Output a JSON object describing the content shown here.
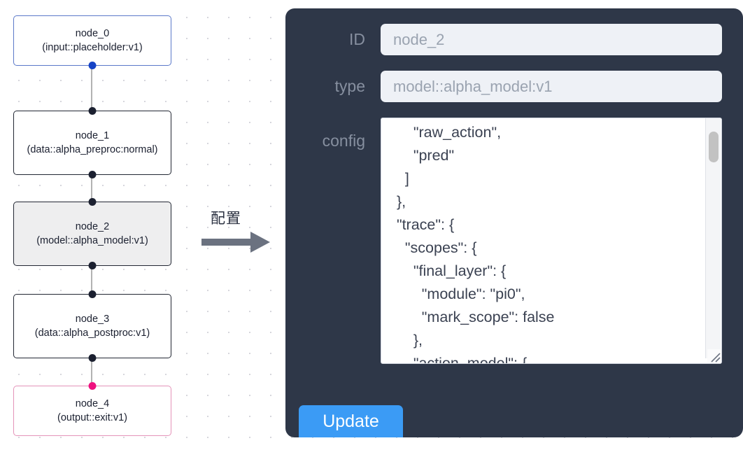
{
  "canvas": {
    "background_color": "#ffffff",
    "dot_color": "#d6d6dc"
  },
  "graph": {
    "nodes": [
      {
        "id": "node_0",
        "title": "node_0",
        "subtitle": "(input::placeholder:v1)",
        "role": "input",
        "border_color": "#5b79c9",
        "fill_color": "#ffffff",
        "handle_color": "#1543c6",
        "selected": false
      },
      {
        "id": "node_1",
        "title": "node_1",
        "subtitle": "(data::alpha_preproc:normal)",
        "role": "data",
        "border_color": "#222733",
        "fill_color": "#ffffff",
        "handle_color": "#1b2030",
        "selected": false
      },
      {
        "id": "node_2",
        "title": "node_2",
        "subtitle": "(model::alpha_model:v1)",
        "role": "model",
        "border_color": "#222733",
        "fill_color": "#eeeeef",
        "handle_color": "#1b2030",
        "selected": true
      },
      {
        "id": "node_3",
        "title": "node_3",
        "subtitle": "(data::alpha_postproc:v1)",
        "role": "data",
        "border_color": "#222733",
        "fill_color": "#ffffff",
        "handle_color": "#1b2030",
        "selected": false
      },
      {
        "id": "node_4",
        "title": "node_4",
        "subtitle": "(output::exit:v1)",
        "role": "output",
        "border_color": "#e493b9",
        "fill_color": "#ffffff",
        "handle_color": "#ee107f",
        "selected": false
      }
    ],
    "edges": [
      {
        "from": "node_0",
        "to": "node_1"
      },
      {
        "from": "node_1",
        "to": "node_2"
      },
      {
        "from": "node_2",
        "to": "node_3"
      },
      {
        "from": "node_3",
        "to": "node_4"
      }
    ],
    "edge_color": "#b3b3b3"
  },
  "transition": {
    "label": "配置",
    "arrow_icon": "right-arrow-icon",
    "arrow_color": "#6b7280"
  },
  "panel": {
    "background_color": "#2e3748",
    "fields": {
      "id": {
        "label": "ID",
        "value": "node_2",
        "placeholder": "node_2"
      },
      "type": {
        "label": "type",
        "value": "model::alpha_model:v1",
        "placeholder": "model::alpha_model:v1"
      },
      "config": {
        "label": "config",
        "value": "      \"raw_action\",\n      \"pred\"\n    ]\n  },\n  \"trace\": {\n    \"scopes\": {\n      \"final_layer\": {\n        \"module\": \"pi0\",\n        \"mark_scope\": false\n      },\n      \"action_model\": {",
        "scrollbar": {
          "thumb_color": "#c2c2c2",
          "track_color": "#f4f5f7"
        },
        "resize_grip_icon": "resize-grip-icon"
      }
    },
    "update_button": {
      "label": "Update",
      "color": "#3b9bf5"
    }
  }
}
